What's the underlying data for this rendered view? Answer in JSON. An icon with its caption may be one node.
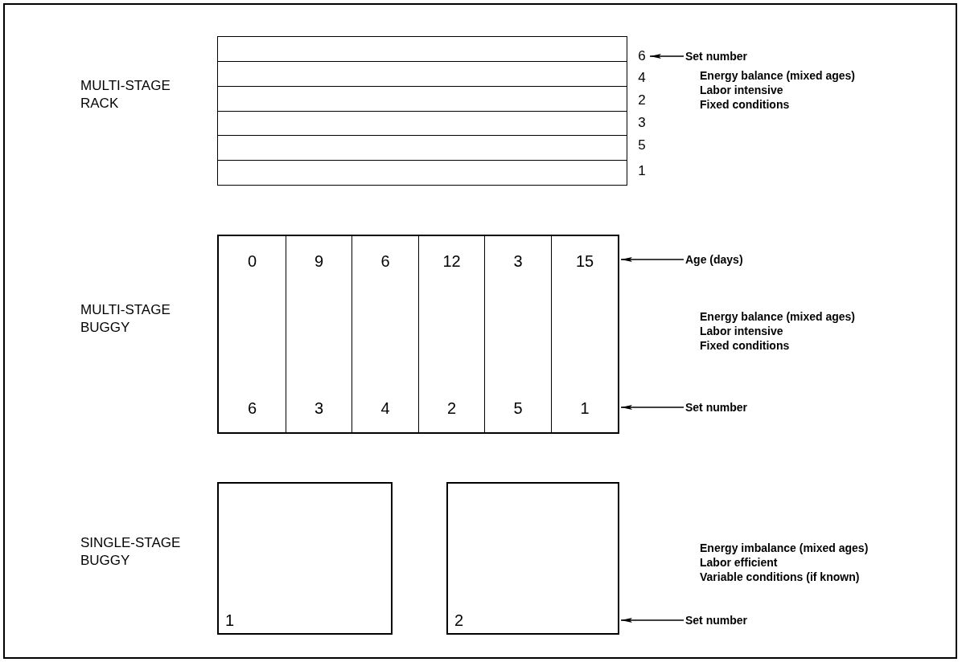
{
  "diagram": {
    "nodes": [
      {
        "text": [],
        "shape": "bar"
      },
      {
        "text": [],
        "shape": "bar"
      },
      {
        "text": [],
        "shape": "bar"
      },
      {
        "text": [],
        "shape": "bar"
      },
      {
        "text": [],
        "shape": "bar"
      },
      {
        "text": [],
        "shape": "bar"
      },
      {
        "text": [
          "6"
        ]
      },
      {
        "text": [
          "4"
        ]
      },
      {
        "text": [
          "2"
        ]
      },
      {
        "text": [
          "3"
        ]
      },
      {
        "text": [
          "5"
        ]
      },
      {
        "text": [
          "1"
        ]
      },
      {
        "text": [
          "Set number"
        ]
      },
      {
        "text": [
          "0",
          "6"
        ]
      },
      {
        "text": [
          "9",
          "3"
        ]
      },
      {
        "text": [
          "6",
          "4"
        ]
      },
      {
        "text": [
          "12",
          "2"
        ]
      },
      {
        "text": [
          "3",
          "5"
        ]
      },
      {
        "text": [
          "15",
          "1"
        ]
      },
      {
        "text": [
          "Age (days)"
        ]
      },
      {
        "text": [
          "Set number"
        ]
      },
      {
        "text": [
          "1"
        ]
      },
      {
        "text": [
          "2"
        ]
      },
      {
        "text": [
          "Set number"
        ]
      }
    ],
    "edges": [
      {
        "from": 12,
        "to": 6,
        "arrow": "to"
      },
      {
        "from": 19,
        "to": 18,
        "arrow": "to"
      },
      {
        "from": 20,
        "to": 18,
        "arrow": "to"
      },
      {
        "from": 23,
        "to": 22,
        "arrow": "to"
      }
    ],
    "labels": [
      "MULTI-STAGE RACK",
      "Energy balance (mixed ages)",
      "Labor intensive",
      "Fixed conditions",
      "MULTI-STAGE BUGGY",
      "Energy balance (mixed ages)",
      "Labor intensive",
      "Fixed conditions",
      "SINGLE-STAGE BUGGY",
      "Energy imbalance (mixed ages)",
      "Labor efficient",
      "Variable conditions (if known)"
    ]
  }
}
